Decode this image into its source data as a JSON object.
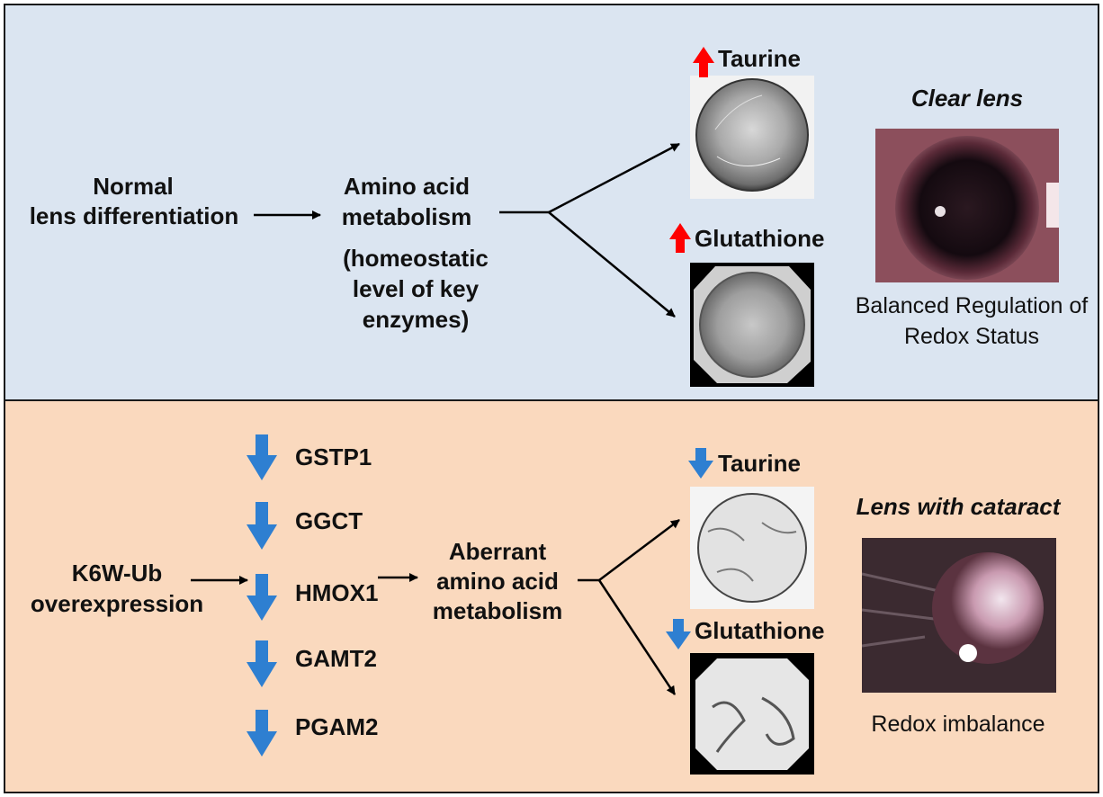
{
  "top": {
    "normal_line1": "Normal",
    "normal_line2": "lens differentiation",
    "aa_line1": "Amino acid",
    "aa_line2": "metabolism",
    "homeo_line1": "(homeostatic",
    "homeo_line2": "level of key",
    "homeo_line3": "enzymes)",
    "taurine": "Taurine",
    "glutathione": "Glutathione",
    "clear_lens": "Clear lens",
    "balanced_line1": "Balanced Regulation of",
    "balanced_line2": "Redox Status"
  },
  "bottom": {
    "k6w_line1": "K6W-Ub",
    "k6w_line2": "overexpression",
    "enzymes": [
      "GSTP1",
      "GGCT",
      "HMOX1",
      "GAMT2",
      "PGAM2"
    ],
    "aberrant_line1": "Aberrant",
    "aberrant_line2": "amino acid",
    "aberrant_line3": "metabolism",
    "taurine": "Taurine",
    "glutathione": "Glutathione",
    "cataract": "Lens with cataract",
    "imbalance": "Redox imbalance"
  },
  "colors": {
    "top_bg": "#dbe5f1",
    "bottom_bg": "#fad9be",
    "up_arrow": "#ff0000",
    "down_arrow": "#2e7fd1"
  },
  "icons": {
    "increase": "red-up-arrow-icon",
    "decrease": "blue-down-arrow-icon"
  }
}
